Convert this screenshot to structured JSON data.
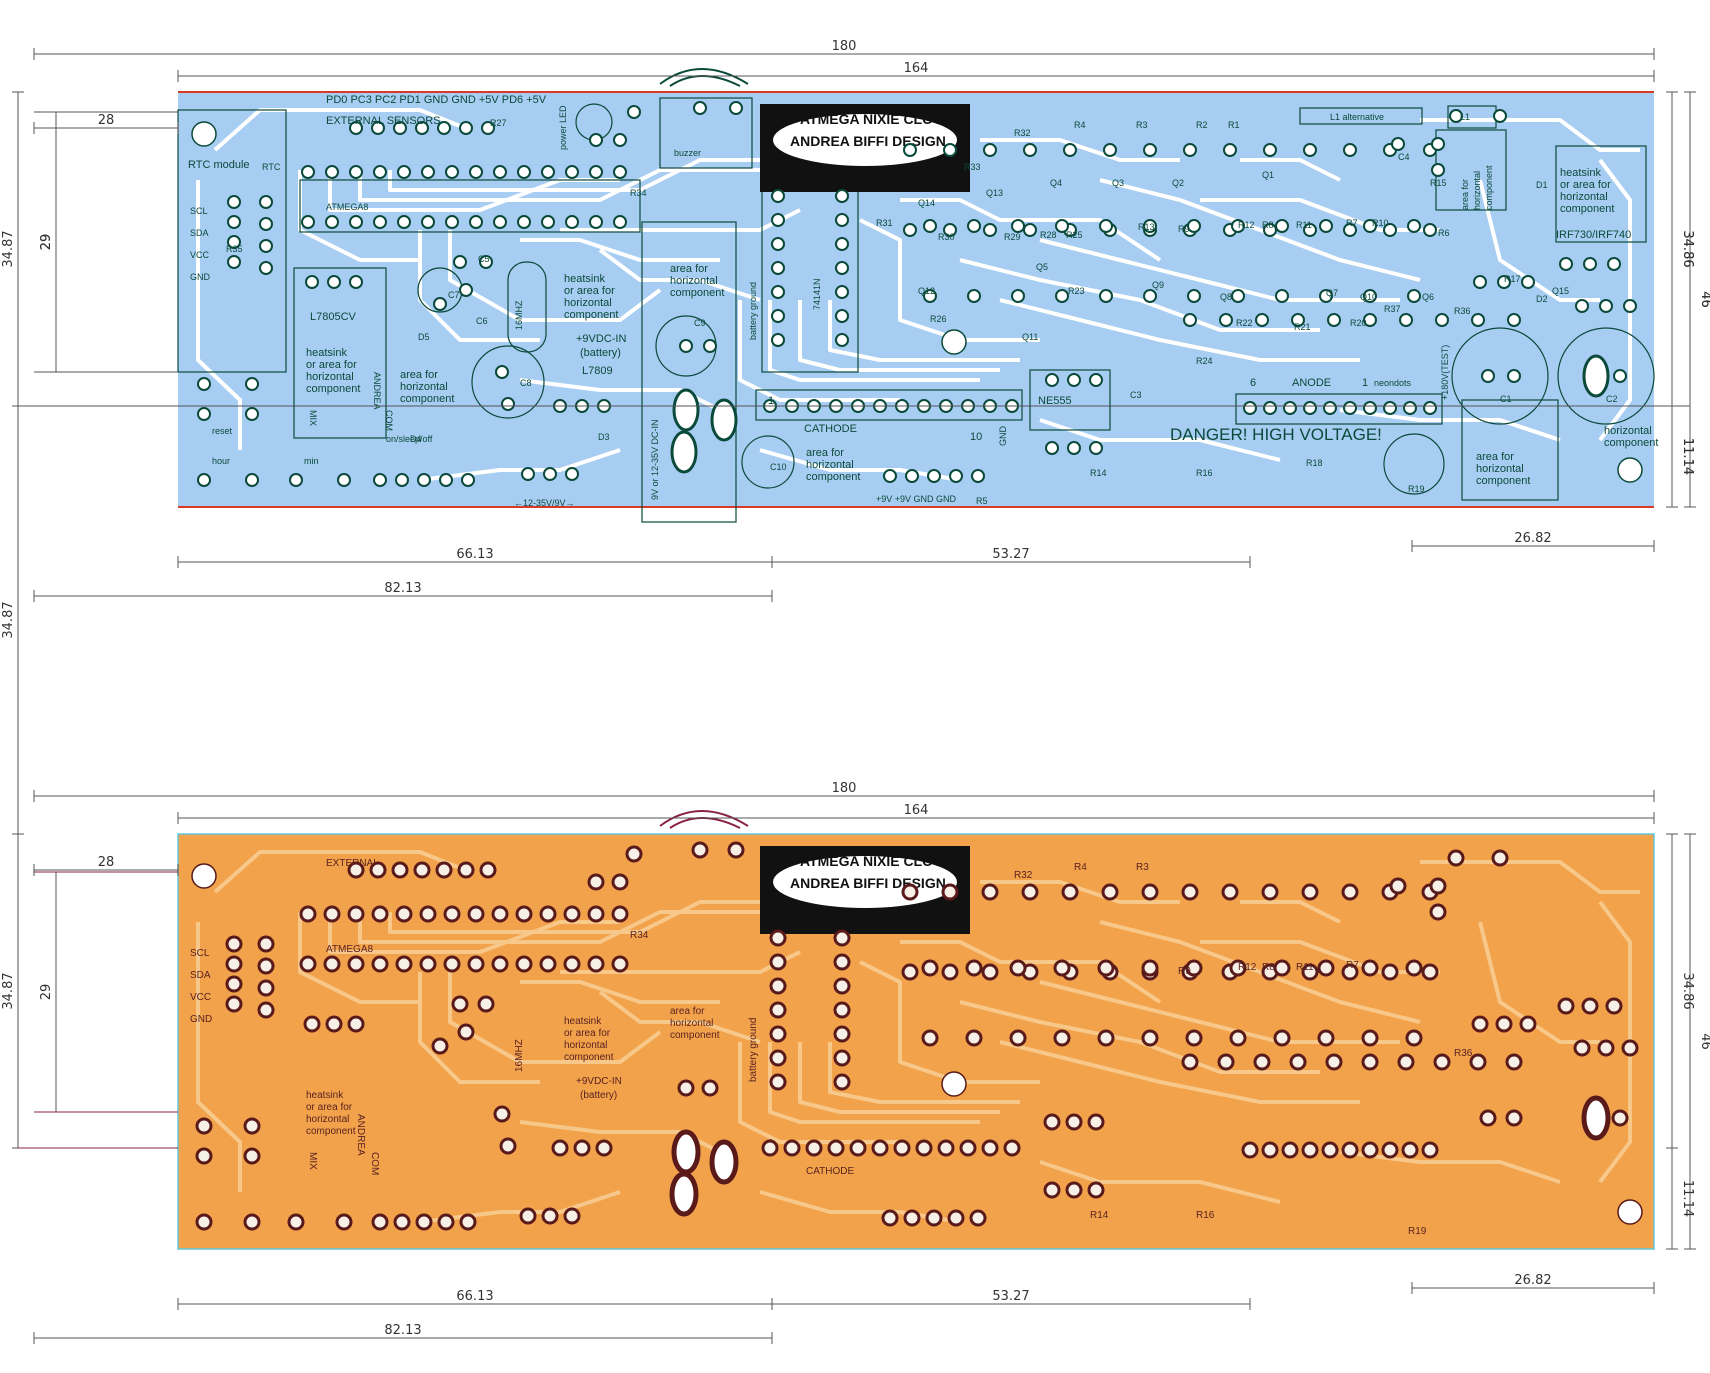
{
  "dimensions": {
    "total_width": "180",
    "board_width": "164",
    "left_offset": "28",
    "rtc_height": "29",
    "left_height": "34.87",
    "right_height": "34.86",
    "board_height": "46",
    "bottom_right_height": "11.14",
    "span_a": "66.13",
    "span_b": "53.27",
    "span_c": "82.13",
    "span_d": "26.82"
  },
  "labels": {
    "header_pins": "PD0 PC3 PC2 PD1 GND GND +5V PD6 +5V",
    "external_sensors": "EXTERNAL SENSORS",
    "external_short": "EXTERNAL",
    "power_led": "power LED",
    "rtc_module": "RTC module",
    "rtc": "RTC",
    "scl": "SCL",
    "sda": "SDA",
    "vcc": "VCC",
    "gnd": "GND",
    "atmega": "ATMEGA8",
    "regulator_5v": "L7805CV",
    "regulator_9v": "L7809",
    "heatsink1": "heatsink",
    "heatsink2": "or area for",
    "heatsink3": "horizontal",
    "heatsink4": "component",
    "area1": "area for",
    "area2": "horizontal",
    "area3": "component",
    "vin_label1": "+9VDC-IN",
    "vin_label2": "(battery)",
    "dc_in": "9V or 12-35V DC-IN",
    "battery_ground": "battery ground",
    "ic_7441": "74141N",
    "cathode": "CATHODE",
    "anode": "ANODE",
    "neondots": "neondots",
    "hv_test": "+180V(TEST)",
    "ne555": "NE555",
    "danger": "DANGER! HIGH VOLTAGE!",
    "irf": "IRF730/IRF740",
    "l1_alt": "L1 alternative",
    "reset": "reset",
    "hour": "hour",
    "min": "min",
    "on_sleep_off": "on/sleep/off",
    "supply_range": "←12-35V/9V→",
    "bottom_pins": "+9V +9V GND GND",
    "buzzer": "buzzer",
    "crystal": "16MHZ",
    "logo_line1": "ATMEGA NIXIE CLOCK",
    "logo_line2": "ANDREA BIFFI DESIGN",
    "andrea": "ANDREA",
    "mix": "MIX",
    "com": "COM",
    "num_6": "6",
    "num_1a": "1",
    "num_1b": "1",
    "num_10": "10",
    "gnd_vert": "GND"
  },
  "refdes": [
    "R1",
    "R2",
    "R3",
    "R4",
    "R5",
    "R6",
    "R7",
    "R8",
    "R9",
    "R10",
    "R11",
    "R12",
    "R13",
    "R14",
    "R15",
    "R16",
    "R17",
    "R18",
    "R19",
    "R20",
    "R21",
    "R22",
    "R23",
    "R24",
    "R25",
    "R26",
    "R27",
    "R28",
    "R29",
    "R30",
    "R31",
    "R32",
    "R33",
    "R34",
    "R35",
    "R36",
    "R37",
    "C1",
    "C2",
    "C3",
    "C4",
    "C5",
    "C6",
    "C7",
    "C8",
    "C9",
    "C10",
    "D1",
    "D2",
    "D3",
    "D4",
    "D5",
    "Q1",
    "Q2",
    "Q3",
    "Q4",
    "Q5",
    "Q6",
    "Q7",
    "Q8",
    "Q9",
    "Q10",
    "Q11",
    "Q12",
    "Q13",
    "Q14",
    "Q15",
    "L1"
  ],
  "colors": {
    "top_board": "#a8cdf2",
    "bottom_board": "#f2a24a",
    "top_trace": "#ffffff",
    "bottom_trace": "#f7c88a",
    "silk": "#0a4a3a",
    "pad_outline": "#0a4a3a",
    "bottom_pad": "#5a1a1a",
    "outline_red": "#d83a2a",
    "dimension_line": "#555555"
  }
}
